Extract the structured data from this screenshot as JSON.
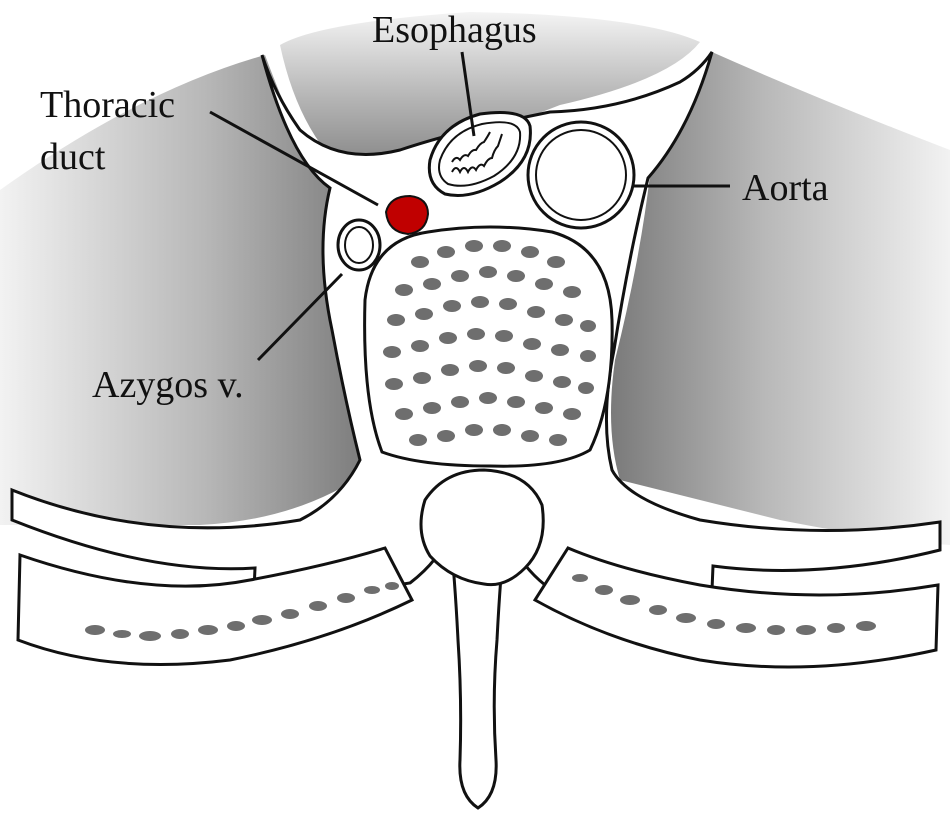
{
  "labels": {
    "esophagus": "Esophagus",
    "thoracic_duct_line1": "Thoracic",
    "thoracic_duct_line2": "duct",
    "aorta": "Aorta",
    "azygos": "Azygos v."
  },
  "colors": {
    "thoracic_duct": "#c00000",
    "outline": "#111111",
    "lung_shade": "#8c8c8c",
    "bone_spots": "#6e6e6e"
  }
}
